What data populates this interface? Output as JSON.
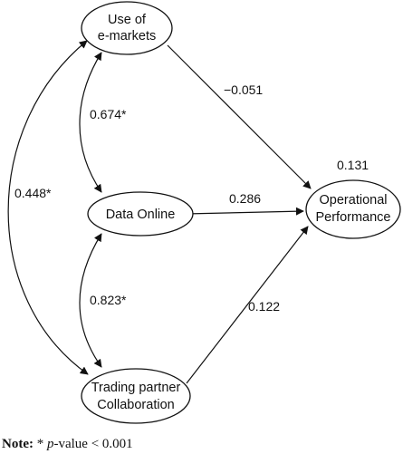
{
  "nodes": {
    "emarkets": [
      "Use of",
      "e-markets"
    ],
    "data_online": [
      "Data Online"
    ],
    "trading": [
      "Trading partner",
      "Collaboration"
    ],
    "operational": [
      "Operational",
      "Performance"
    ]
  },
  "paths": {
    "emarkets_to_operational": "−0.051",
    "data_online_to_operational": "0.286",
    "trading_to_operational": "0.122"
  },
  "correlations": {
    "emarkets_data_online": "0.674*",
    "data_online_trading": "0.823*",
    "emarkets_trading": "0.448*"
  },
  "r_squared": "0.131",
  "note": {
    "label": "Note:",
    "star": "*",
    "p_term": "p",
    "rest": "-value < 0.001"
  }
}
